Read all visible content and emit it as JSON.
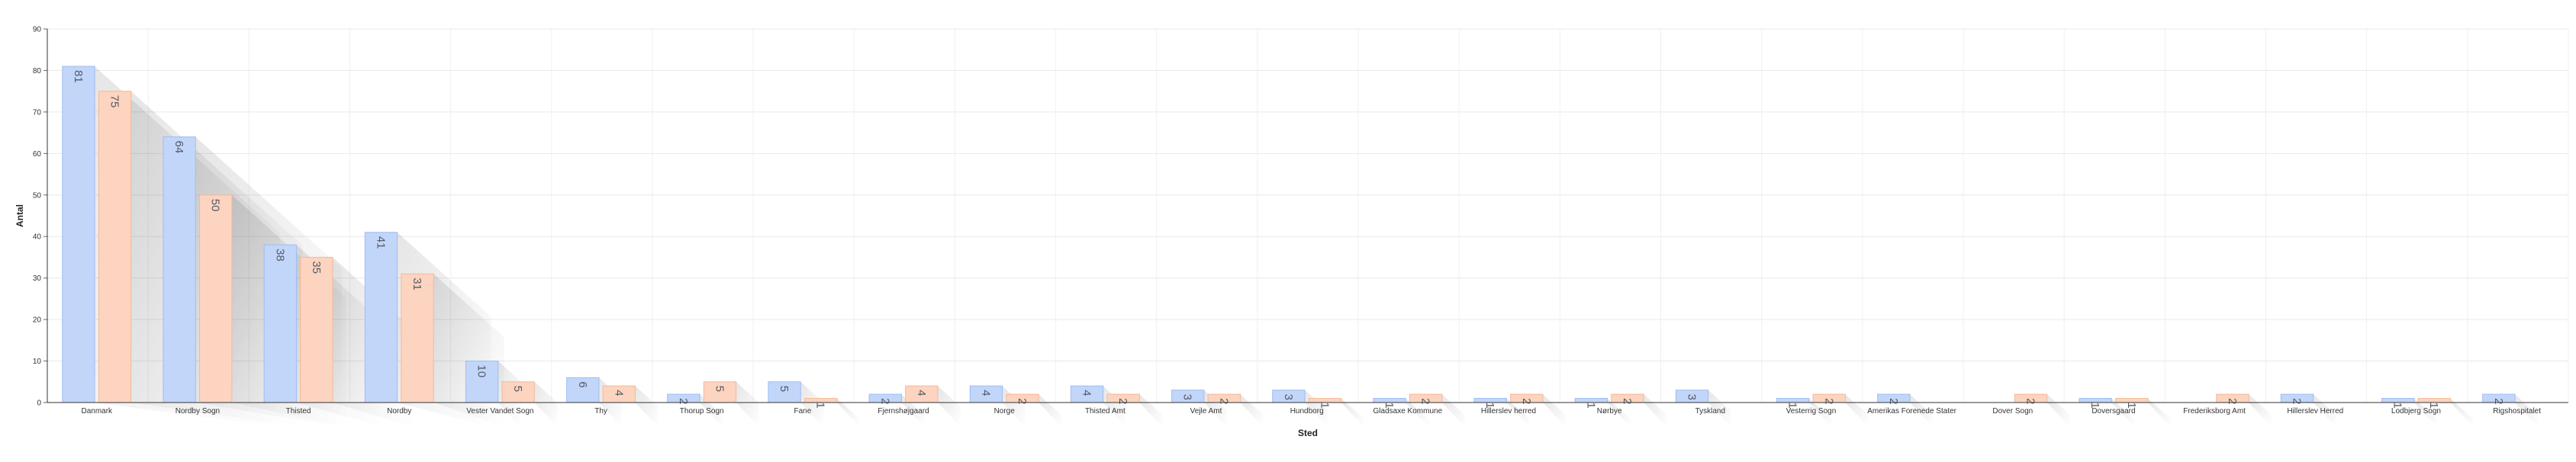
{
  "chart_data": {
    "type": "bar",
    "xlabel": "Sted",
    "ylabel": "Antal",
    "ylim": [
      0,
      90
    ],
    "yticks": [
      0,
      10,
      20,
      30,
      40,
      50,
      60,
      70,
      80,
      90
    ],
    "grid": true,
    "legend": "none",
    "colors": [
      "#c2d6fa",
      "#fdd4bf"
    ],
    "edge_colors": [
      "#9dbdf3",
      "#f6b897"
    ],
    "categories": [
      "Danmark",
      "Nordby Sogn",
      "Thisted",
      "Nordby",
      "Vester Vandet Sogn",
      "Thy",
      "Thorup Sogn",
      "Fane",
      "Fjernshøjgaard",
      "Norge",
      "Thisted Amt",
      "Vejle Amt",
      "Hundborg",
      "Gladsaxe Kommune",
      "Hillerslev herred",
      "Nørbye",
      "Tyskland",
      "Vesterrig Sogn",
      "Amerikas Forenede Stater",
      "Dover Sogn",
      "Doversgaard",
      "Frederiksborg Amt",
      "Hillerslev Herred",
      "Lodbjerg Sogn",
      "Rigshospitalet"
    ],
    "series": [
      {
        "values": [
          81,
          64,
          38,
          41,
          10,
          6,
          2,
          5,
          2,
          4,
          4,
          3,
          3,
          1,
          1,
          1,
          3,
          1,
          2,
          0,
          1,
          0,
          2,
          1,
          2
        ]
      },
      {
        "values": [
          75,
          50,
          35,
          31,
          5,
          4,
          5,
          1,
          4,
          2,
          2,
          2,
          1,
          2,
          2,
          2,
          0,
          2,
          0,
          2,
          1,
          2,
          0,
          1,
          0
        ]
      }
    ]
  }
}
